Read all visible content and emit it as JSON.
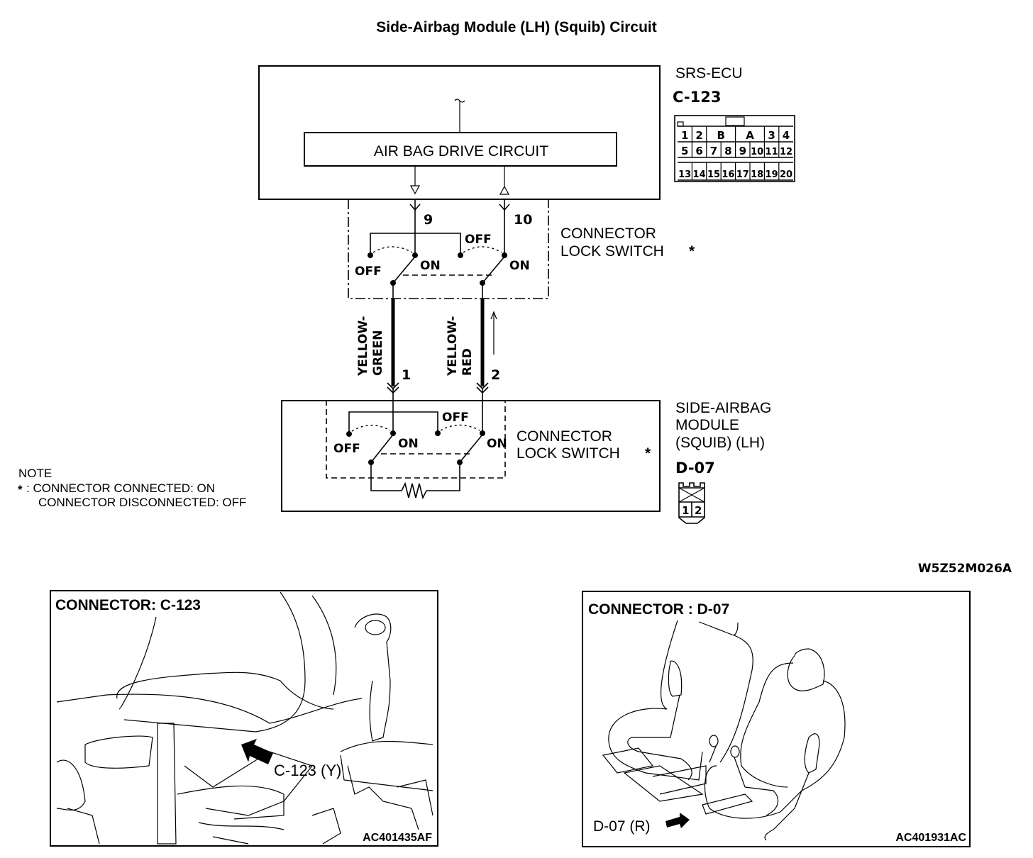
{
  "title": "Side-Airbag Module  (LH) (Squib) Circuit",
  "ecu": {
    "name": "SRS-ECU",
    "connector_id": "C-123",
    "drive_circuit_label": "AIR BAG DRIVE CIRCUIT",
    "pin_layout": {
      "row1": [
        "1",
        "2",
        "B",
        "A",
        "3",
        "4"
      ],
      "row2": [
        "5",
        "6",
        "7",
        "8",
        "9",
        "10",
        "11",
        "12"
      ],
      "row3": [
        "13",
        "14",
        "15",
        "16",
        "17",
        "18",
        "19",
        "20"
      ]
    }
  },
  "upper_switch": {
    "label_line1": "CONNECTOR",
    "label_line2": "LOCK SWITCH",
    "asterisk": "*",
    "pin_left": "9",
    "pin_right": "10",
    "off_left": "OFF",
    "on_left": "ON",
    "off_right": "OFF",
    "on_right": "ON"
  },
  "wires": [
    {
      "color_line1": "YELLOW-",
      "color_line2": "GREEN",
      "pin": "1"
    },
    {
      "color_line1": "YELLOW-",
      "color_line2": "RED",
      "pin": "2"
    }
  ],
  "module": {
    "name_line1": "SIDE-AIRBAG",
    "name_line2": "MODULE",
    "name_line3": "(SQUIB) (LH)",
    "connector_id": "D-07",
    "pins": [
      "1",
      "2"
    ]
  },
  "lower_switch": {
    "label_line1": "CONNECTOR",
    "label_line2": "LOCK SWITCH",
    "asterisk": "*",
    "off_left": "OFF",
    "on_left": "ON",
    "off_right": "OFF",
    "on_right": "ON"
  },
  "note": {
    "heading": "NOTE",
    "symbol": "*",
    "line1": ": CONNECTOR CONNECTED: ON",
    "line2": "CONNECTOR DISCONNECTED: OFF"
  },
  "figure_code": "W5Z52M026A",
  "panels": [
    {
      "title": "CONNECTOR: C-123",
      "callout": "C-123 (Y)",
      "code": "AC401435AF"
    },
    {
      "title": "CONNECTOR : D-07",
      "callout": "D-07 (R)",
      "code": "AC401931AC"
    }
  ]
}
